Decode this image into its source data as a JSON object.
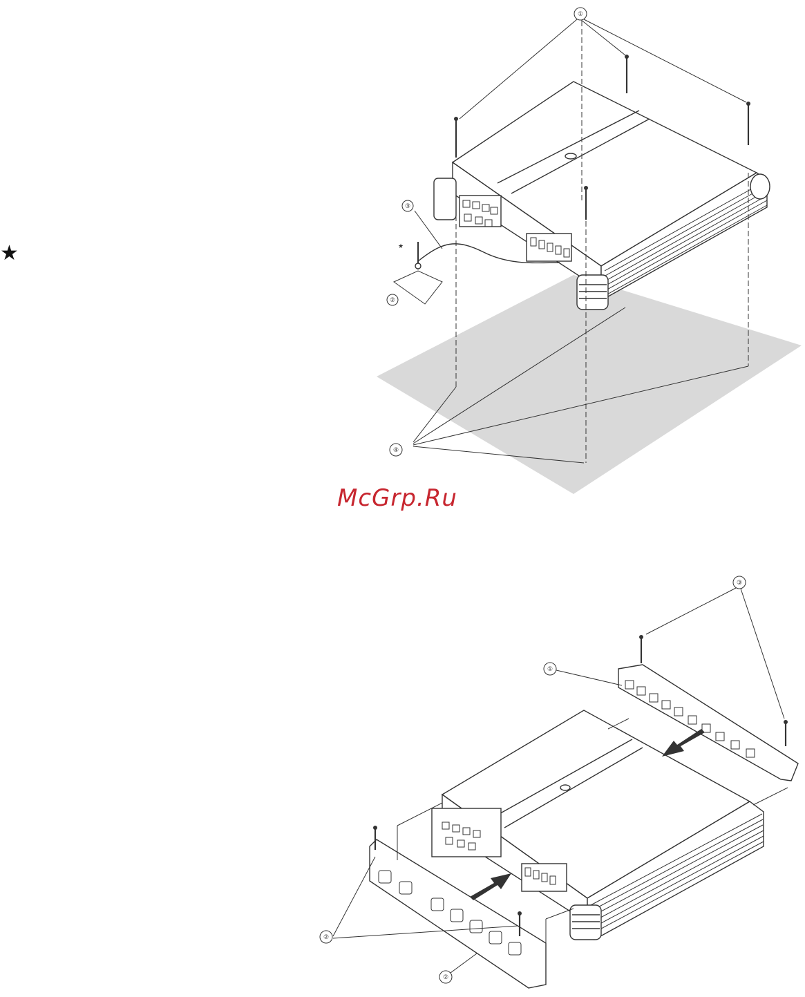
{
  "side_marker": "★",
  "watermark": "McGrp.Ru",
  "diagram_top": {
    "callouts": [
      {
        "id": "c1",
        "label": "①"
      },
      {
        "id": "c2",
        "label": "②"
      },
      {
        "id": "c3",
        "label": "③"
      },
      {
        "id": "c4",
        "label": "④"
      },
      {
        "id": "c5",
        "label": "★"
      }
    ]
  },
  "diagram_bottom": {
    "callouts": [
      {
        "id": "c1",
        "label": "①"
      },
      {
        "id": "c2",
        "label": "②"
      },
      {
        "id": "c3",
        "label": "③"
      },
      {
        "id": "c4",
        "label": "②"
      }
    ]
  },
  "colors": {
    "line": "#333333",
    "floor": "#d9d9d9",
    "watermark": "#c7262f"
  }
}
